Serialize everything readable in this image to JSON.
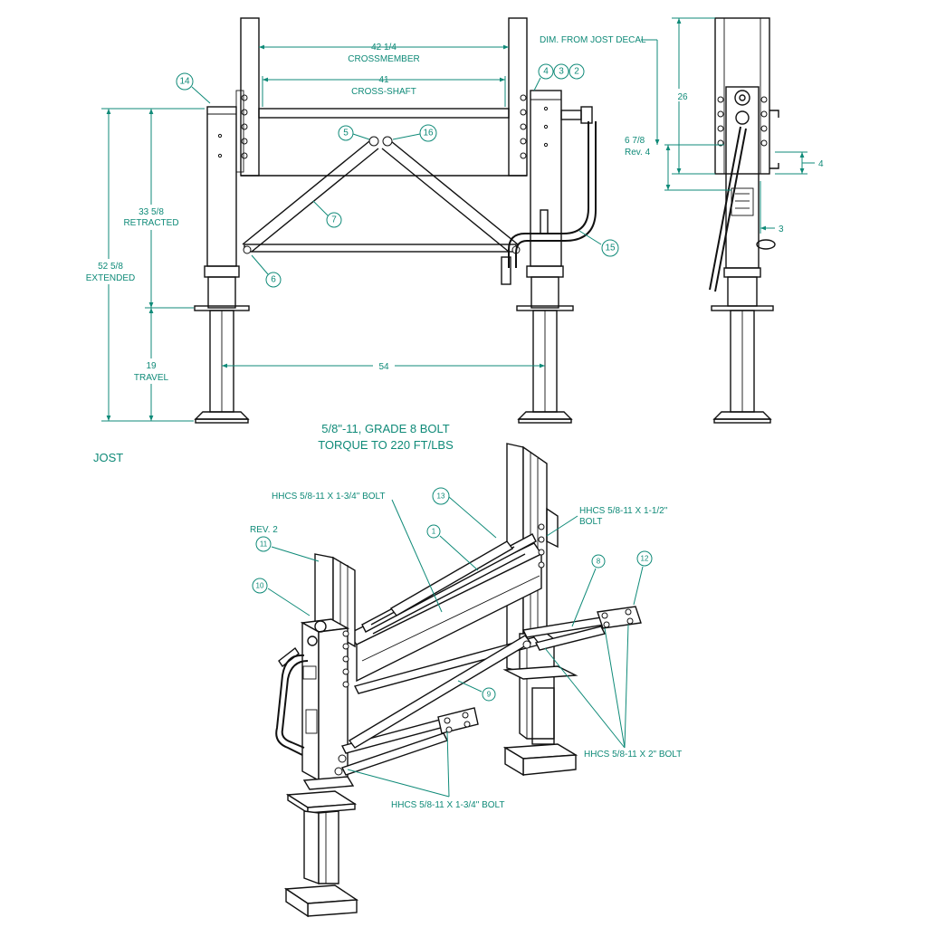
{
  "colors": {
    "ink": "#111111",
    "annotation": "#0f8a78",
    "background": "#ffffff"
  },
  "front_view": {
    "dim_crossmember_value": "42 1/4",
    "dim_crossmember_label": "CROSSMEMBER",
    "dim_crossshaft_value": "41",
    "dim_crossshaft_label": "CROSS-SHAFT",
    "dim_retracted_value": "33 5/8",
    "dim_retracted_label": "RETRACTED",
    "dim_extended_value": "52 5/8",
    "dim_extended_label": "EXTENDED",
    "dim_travel_value": "19",
    "dim_travel_label": "TRAVEL",
    "dim_spacing_value": "54",
    "balloons": [
      "14",
      "4",
      "3",
      "2",
      "5",
      "16",
      "7",
      "15",
      "6"
    ]
  },
  "side_view": {
    "note_decal": "DIM. FROM JOST DECAL",
    "dim_height": "26",
    "dim_rev_value": "6 7/8",
    "dim_rev_label": "Rev. 4",
    "dim_right": "4",
    "dim_right_low": "3"
  },
  "bolt_note": {
    "line1": "5/8\"-11, GRADE 8 BOLT",
    "line2": "TORQUE TO 220 FT/LBS"
  },
  "brand": "JOST",
  "iso_view": {
    "label_hhcs_134_top": "HHCS 5/8-11 X 1-3/4\" BOLT",
    "label_hhcs_112_line1": "HHCS 5/8-11 X 1-1/2\"",
    "label_hhcs_112_line2": "BOLT",
    "label_rev2": "REV. 2",
    "label_hhcs_2": "HHCS 5/8-11 X 2\" BOLT",
    "label_hhcs_134_bottom": "HHCS 5/8-11 X 1-3/4\" BOLT",
    "balloons": [
      "13",
      "1",
      "11",
      "10",
      "8",
      "12",
      "9"
    ]
  }
}
